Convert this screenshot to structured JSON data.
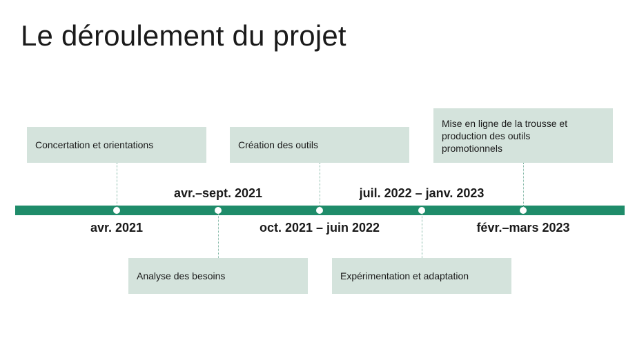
{
  "title": "Le déroulement du projet",
  "timeline": {
    "colors": {
      "bar": "#1f8c6a",
      "box": "#d4e3dc",
      "dot": "#ffffff"
    },
    "milestones": [
      {
        "date": "avr. 2021",
        "label": "Concertation et orientations",
        "date_position": "below",
        "box_position": "above"
      },
      {
        "date": "avr.–sept. 2021",
        "label": "Analyse des besoins",
        "date_position": "above",
        "box_position": "below"
      },
      {
        "date": "oct. 2021 – juin 2022",
        "label": "Création des outils",
        "date_position": "below",
        "box_position": "above"
      },
      {
        "date": "juil. 2022 – janv. 2023",
        "label": "Expérimentation et adaptation",
        "date_position": "above",
        "box_position": "below"
      },
      {
        "date": "févr.–mars 2023",
        "label": "Mise en ligne de la trousse et production des outils promotionnels",
        "date_position": "below",
        "box_position": "above"
      }
    ]
  }
}
